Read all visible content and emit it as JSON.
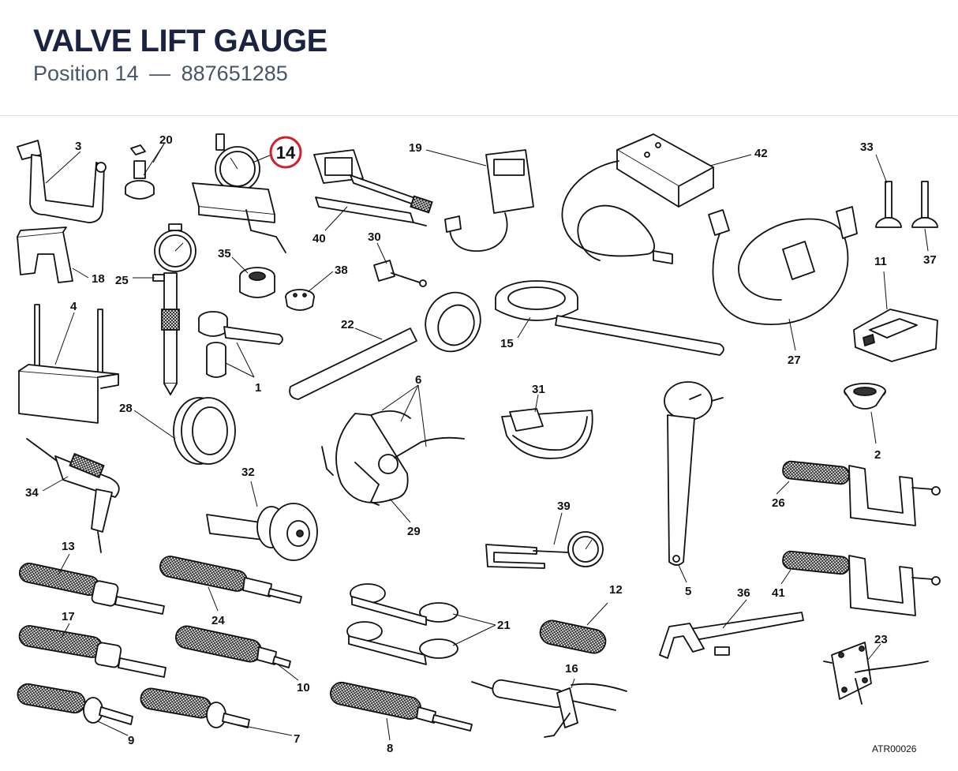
{
  "header": {
    "title": "VALVE LIFT GAUGE",
    "position_label": "Position 14",
    "separator": "—",
    "part_number": "887651285"
  },
  "highlight": {
    "label": "14",
    "color": "#d0202a"
  },
  "labels": {
    "p1": "1",
    "p2": "2",
    "p3": "3",
    "p4": "4",
    "p5": "5",
    "p6": "6",
    "p7": "7",
    "p8": "8",
    "p9": "9",
    "p10": "10",
    "p11": "11",
    "p12": "12",
    "p13": "13",
    "p15": "15",
    "p16": "16",
    "p17": "17",
    "p18": "18",
    "p19": "19",
    "p20": "20",
    "p21": "21",
    "p22": "22",
    "p23": "23",
    "p24": "24",
    "p25": "25",
    "p26": "26",
    "p27": "27",
    "p28": "28",
    "p29": "29",
    "p30": "30",
    "p31": "31",
    "p32": "32",
    "p33": "33",
    "p34": "34",
    "p35": "35",
    "p36": "36",
    "p37": "37",
    "p38": "38",
    "p39": "39",
    "p40": "40",
    "p41": "41",
    "p42": "42"
  },
  "footer": {
    "code": "ATR00026"
  }
}
